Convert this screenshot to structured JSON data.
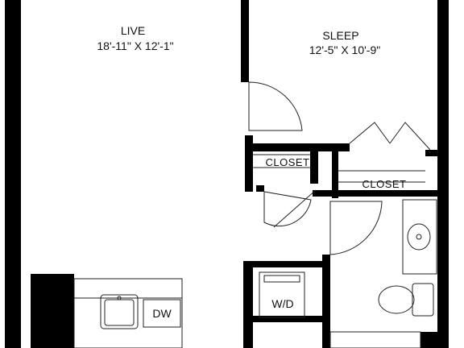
{
  "rooms": {
    "live": {
      "name": "LIVE",
      "dimensions": "18'-11\" X 12'-1\""
    },
    "sleep": {
      "name": "SLEEP",
      "dimensions": "12'-5\" X 10'-9\""
    }
  },
  "closets": [
    {
      "label": "CLOSET"
    },
    {
      "label": "CLOSET"
    }
  ],
  "fixtures": {
    "dishwasher": "DW",
    "washer_dryer": "W/D"
  },
  "colors": {
    "wall": "#000000",
    "line": "#222222",
    "fill": "#ffffff"
  }
}
